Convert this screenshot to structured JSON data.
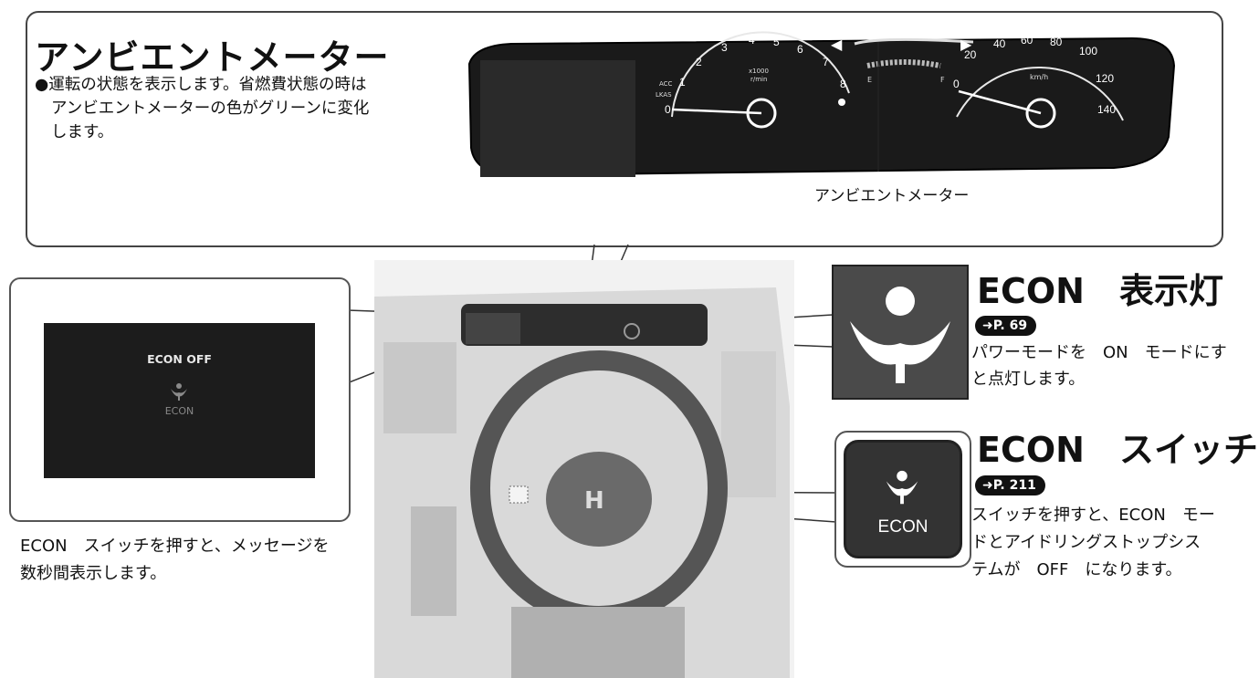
{
  "ambient_meter": {
    "title": "アンビエントメーター",
    "desc_line1": "●運転の状態を表示します。省燃費状態の時は",
    "desc_line2": "アンビエントメーターの色がグリーンに変化",
    "desc_line3": "します。",
    "callout_label": "アンビエントメーター"
  },
  "cluster": {
    "tach_ticks": [
      "0",
      "1",
      "2",
      "3",
      "4",
      "5",
      "6",
      "7",
      "8"
    ],
    "tach_unit_1": "x1000",
    "tach_unit_2": "r/min",
    "speed_ticks": [
      "0",
      "20",
      "40",
      "60",
      "80",
      "100",
      "120",
      "140"
    ],
    "speed_unit": "km/h",
    "acc_label": "ACC",
    "lkas_label": "LKAS",
    "fuel_e": "E",
    "fuel_f": "F"
  },
  "screen": {
    "message": "ECON OFF",
    "econ_label": "ECON"
  },
  "left_caption": {
    "line1": "ECON　スイッチを押すと、メッセージを",
    "line2": "数秒間表示します。"
  },
  "econ_indicator": {
    "title": "ECON　表示灯",
    "ref": "P. 69",
    "desc_line1": "パワーモードを　ON　モードにす",
    "desc_line2": "と点灯します。"
  },
  "econ_switch": {
    "title": "ECON　スイッチ",
    "ref": "P. 211",
    "button_label": "ECON",
    "desc_line1": "スイッチを押すと、ECON　モー",
    "desc_line2": "ドとアイドリングストップシス",
    "desc_line3": "テムが　OFF　になります。"
  },
  "colors": {
    "cluster_bg": "#1a1a1a",
    "ink": "#111111",
    "switch_bg": "#333333",
    "indicator_bg": "#4a4a4a"
  }
}
